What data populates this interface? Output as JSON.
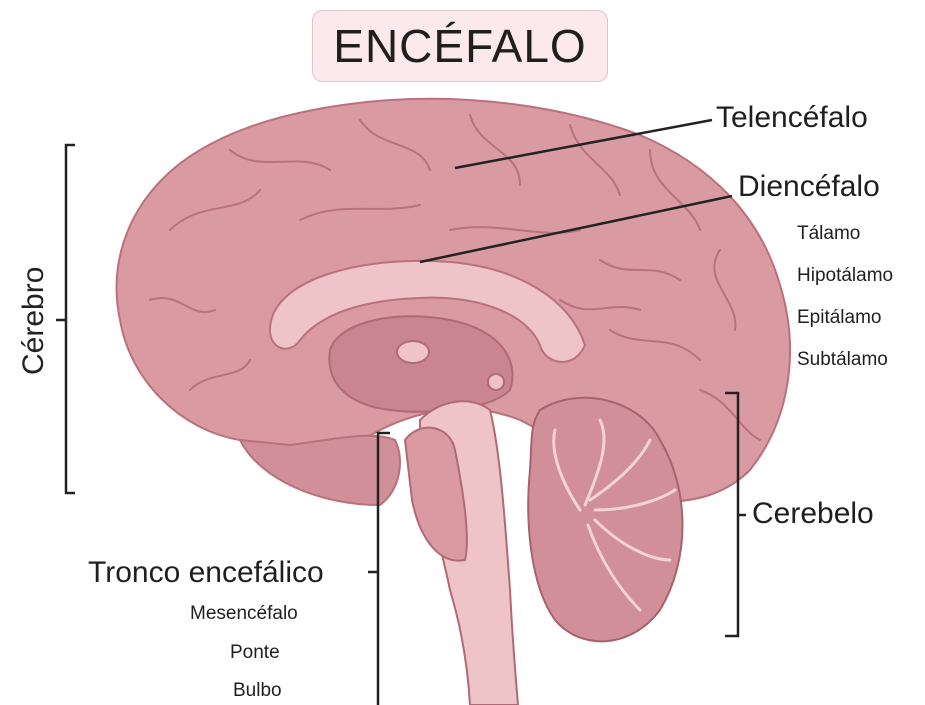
{
  "title": "ENCÉFALO",
  "labels": {
    "cerebro": "Cérebro",
    "telencefalo": "Telencéfalo",
    "diencefalo": "Diencéfalo",
    "diencefalo_parts": [
      "Tálamo",
      "Hipotálamo",
      "Epitálamo",
      "Subtálamo"
    ],
    "cerebelo": "Cerebelo",
    "tronco": "Tronco encefálico",
    "tronco_parts": [
      "Mesencéfalo",
      "Ponte",
      "Bulbo"
    ]
  },
  "colors": {
    "brain_fill": "#d99aa2",
    "brain_dark": "#c07d87",
    "brain_light": "#efc4c8",
    "line": "#222222",
    "title_bg": "#fbe9ed"
  }
}
